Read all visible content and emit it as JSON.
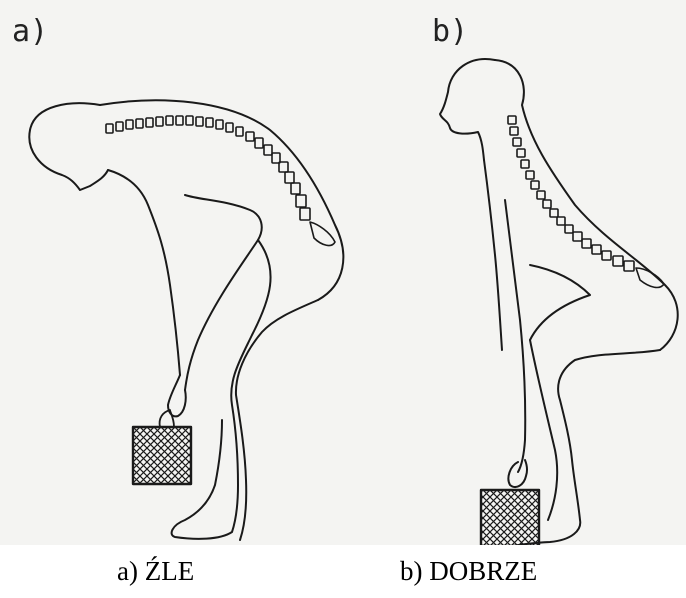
{
  "panel_a": {
    "letter": "a)",
    "caption": "a) ŹLE"
  },
  "panel_b": {
    "letter": "b)",
    "caption": "b) DOBRZE"
  },
  "colors": {
    "line": "#1a1a1a",
    "paper": "#f4f4f2",
    "background": "#ffffff"
  }
}
